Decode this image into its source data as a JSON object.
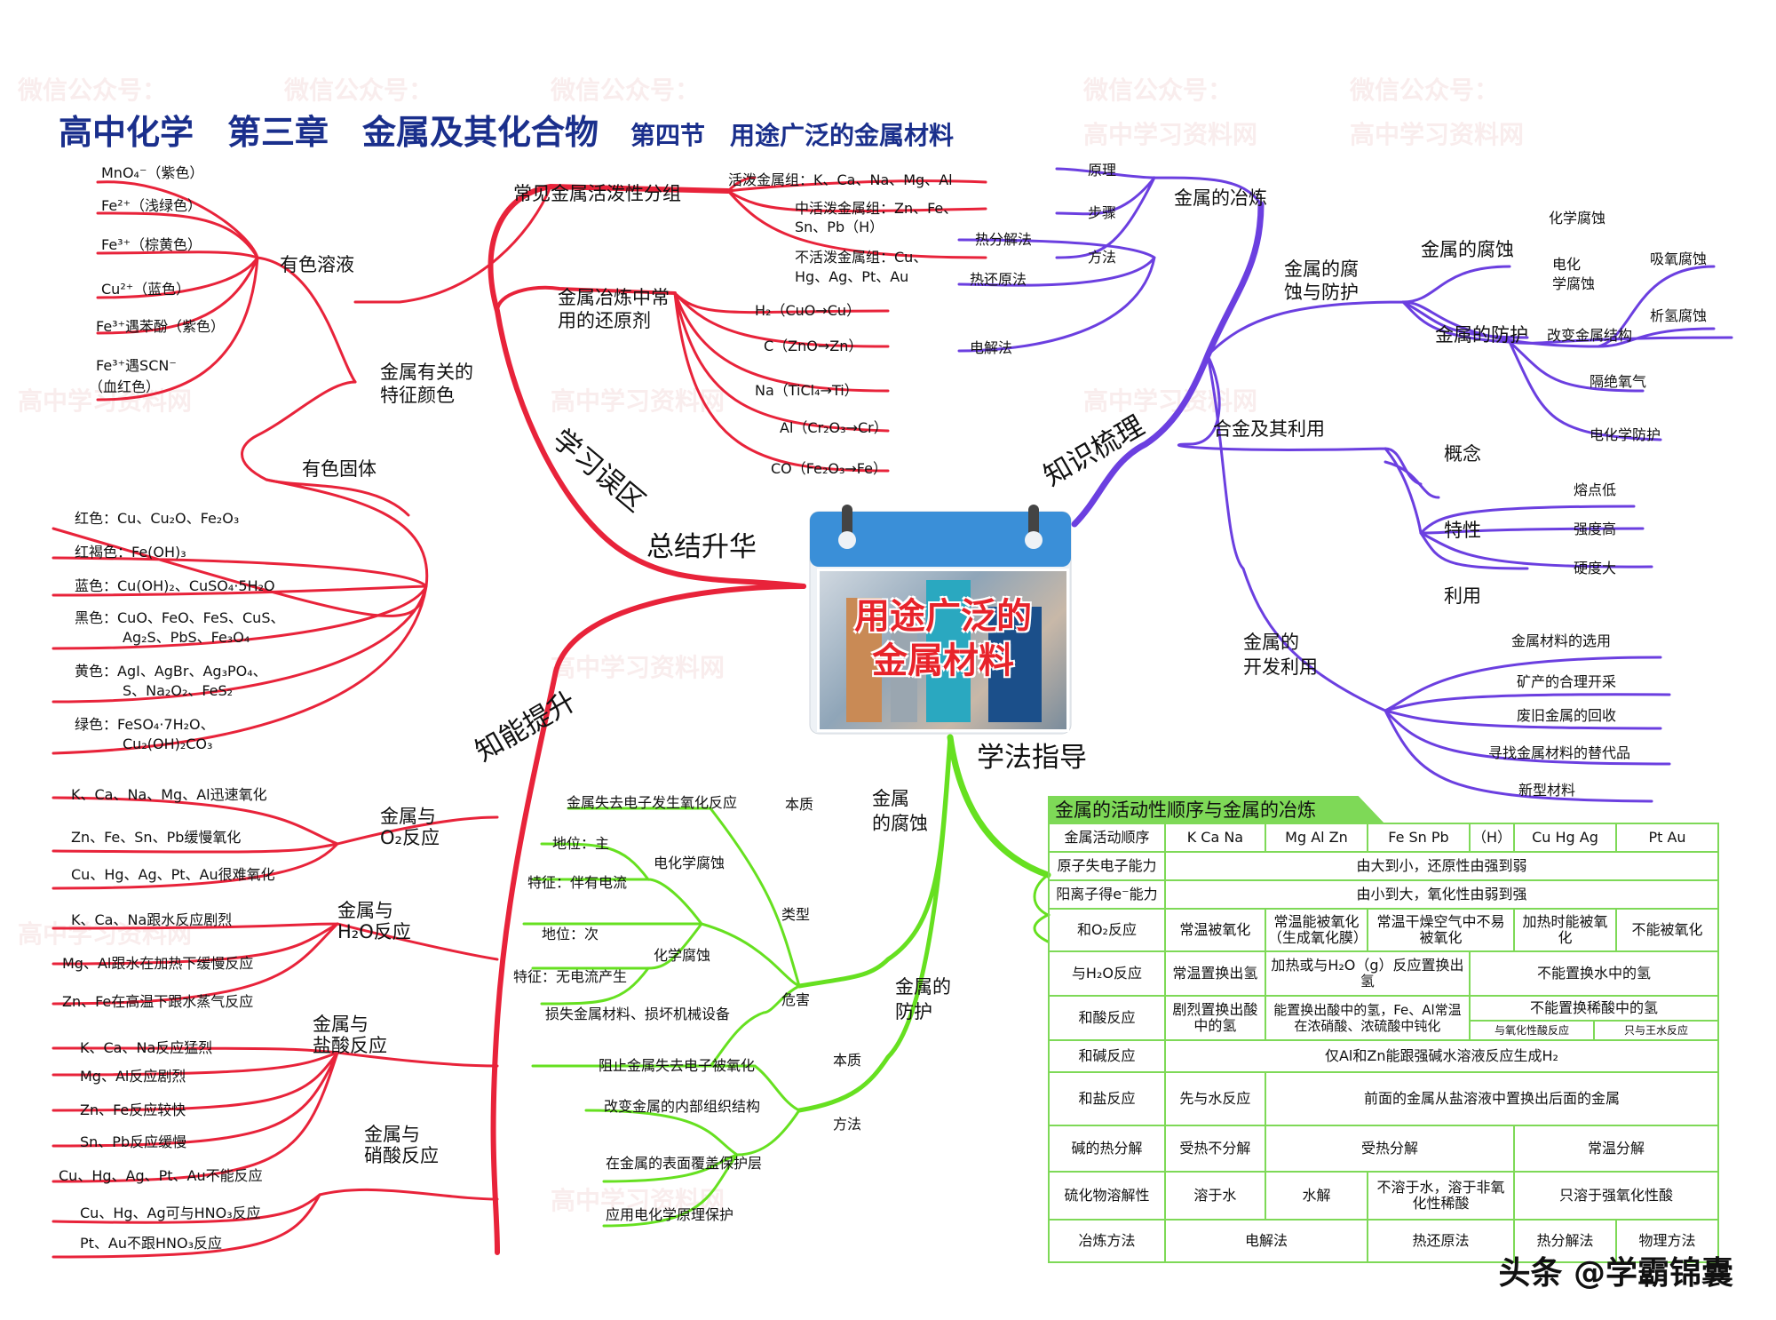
{
  "title": {
    "main": "高中化学　第三章　金属及其化合物",
    "sub": "第四节　用途广泛的金属材料"
  },
  "center": {
    "line1": "用途广泛的",
    "line2": "金属材料"
  },
  "branches": {
    "summary": "总结升华",
    "knowledge": "知识梳理",
    "method": "学法指导",
    "ability": "知能提升",
    "mistakes": "学习误区"
  },
  "summary": {
    "activity_group": "常见金属活泼性分组",
    "active": "活泼金属组：K、Ca、Na、Mg、Al",
    "mid1": "中活泼金属组：Zn、Fe、",
    "mid2": "Sn、Pb（H）",
    "inactive1": "不活泼金属组：Cu、",
    "inactive2": "Hg、Ag、Pt、Au",
    "reducer1": "金属冶炼中常",
    "reducer2": "用的还原剂",
    "r1": "H₂（CuO→Cu）",
    "r2": "C（ZnO→Zn）",
    "r3": "Na（TiCl₄→Ti）",
    "r4": "Al（Cr₂O₃→Cr）",
    "r5": "CO（Fe₂O₃→Fe）",
    "colors1": "金属有关的",
    "colors2": "特征颜色",
    "solution": "有色溶液",
    "solid": "有色固体",
    "s1": "MnO₄⁻（紫色）",
    "s2": "Fe²⁺（浅绿色）",
    "s3": "Fe³⁺（棕黄色）",
    "s4": "Cu²⁺（蓝色）",
    "s5": "Fe³⁺遇苯酚（紫色）",
    "s6a": "Fe³⁺遇SCN⁻",
    "s6b": "（血红色）",
    "c1": "红色：Cu、Cu₂O、Fe₂O₃",
    "c2": "红褐色：Fe(OH)₃",
    "c3": "蓝色：Cu(OH)₂、CuSO₄·5H₂O",
    "c4a": "黑色：CuO、FeO、FeS、CuS、",
    "c4b": "Ag₂S、PbS、Fe₃O₄",
    "c5a": "黄色：AgI、AgBr、Ag₃PO₄、",
    "c5b": "S、Na₂O₂、FeS₂",
    "c6a": "绿色：FeSO₄·7H₂O、",
    "c6b": "Cu₂(OH)₂CO₃"
  },
  "ability": {
    "o2": "金属与\nO₂反应",
    "o2_a": "金属与",
    "o2_b": "O₂反应",
    "o1": "K、Ca、Na、Mg、Al迅速氧化",
    "o2l": "Zn、Fe、Sn、Pb缓慢氧化",
    "o3": "Cu、Hg、Ag、Pt、Au很难氧化",
    "h2o_a": "金属与",
    "h2o_b": "H₂O反应",
    "w1": "K、Ca、Na跟水反应剧烈",
    "w2": "Mg、Al跟水在加热下缓慢反应",
    "w3": "Zn、Fe在高温下跟水蒸气反应",
    "hcl_a": "金属与",
    "hcl_b": "盐酸反应",
    "h1": "K、Ca、Na反应猛烈",
    "h2": "Mg、Al反应剧烈",
    "h3": "Zn、Fe反应较快",
    "h4": "Sn、Pb反应缓慢",
    "h5": "Cu、Hg、Ag、Pt、Au不能反应",
    "hno3_a": "金属与",
    "hno3_b": "硝酸反应",
    "n1": "Cu、Hg、Ag可与HNO₃反应",
    "n2": "Pt、Au不跟HNO₃反应"
  },
  "knowledge": {
    "smelt": "金属的冶炼",
    "principle": "原理",
    "steps": "步骤",
    "methods": "方法",
    "thermal_decomp": "热分解法",
    "thermal_reduce": "热还原法",
    "electrolysis": "电解法",
    "corrosion1": "金属的腐",
    "corrosion2": "蚀与防护",
    "corrosion": "金属的腐蚀",
    "chem_corr": "化学腐蚀",
    "elec_corr1": "电化",
    "elec_corr2": "学腐蚀",
    "o2_corr": "吸氧腐蚀",
    "h2_corr": "析氢腐蚀",
    "protect": "金属的防护",
    "p1": "改变金属结构",
    "p2": "隔绝氧气",
    "p3": "电化学防护",
    "alloy": "合金及其利用",
    "concept": "概念",
    "property": "特性",
    "use": "利用",
    "f1": "熔点低",
    "f2": "强度高",
    "f3": "硬度大",
    "dev1": "金属的",
    "dev2": "开发利用",
    "d1": "金属材料的选用",
    "d2": "矿产的合理开采",
    "d3": "废旧金属的回收",
    "d4": "寻找金属材料的替代品",
    "d5": "新型材料"
  },
  "method": {
    "corr1": "金属",
    "corr2": "的腐蚀",
    "essence": "本质",
    "essence_text": "金属失去电子发生氧化反应",
    "types": "类型",
    "ec": "电化学腐蚀",
    "ec_pos": "地位：主",
    "ec_feat": "特征：伴有电流",
    "cc": "化学腐蚀",
    "cc_pos": "地位：次",
    "cc_feat": "特征：无电流产生",
    "harm": "危害",
    "harm_text": "损失金属材料、损坏机械设备",
    "prot1": "金属的",
    "prot2": "防护",
    "p_essence": "本质",
    "p_essence_text": "阻止金属失去电子被氧化",
    "p_method": "方法",
    "pm1": "改变金属的内部组织结构",
    "pm2": "在金属的表面覆盖保护层",
    "pm3": "应用电化学原理保护"
  },
  "table": {
    "title": "金属的活动性顺序与金属的冶炼",
    "rows": {
      "r0": [
        "金属活动顺序",
        "K Ca Na",
        "Mg  Al Zn",
        "Fe Sn Pb",
        "（H）",
        "Cu Hg Ag",
        "Pt Au"
      ],
      "r1": [
        "原子失电子能力",
        "由大到小，还原性由强到弱"
      ],
      "r2": [
        "阳离子得e⁻能力",
        "由小到大，氧化性由弱到强"
      ],
      "r3": [
        "和O₂反应",
        "常温被氧化",
        "常温能被氧化（生成氧化膜）",
        "常温干燥空气中不易被氧化",
        "加热时能被氧化",
        "不能被氧化"
      ],
      "r4": [
        "与H₂O反应",
        "常温置换出氢",
        "加热或与H₂O（g）反应置换出氢",
        "不能置换水中的氢"
      ],
      "r5": [
        "和酸反应",
        "剧烈置换出酸中的氢",
        "能置换出酸中的氢，Fe、Al常温在浓硝酸、浓硫酸中钝化",
        "不能置换稀酸中的氢",
        "与氧化性酸反应",
        "只与王水反应"
      ],
      "r6": [
        "和碱反应",
        "仅Al和Zn能跟强碱水溶液反应生成H₂"
      ],
      "r7": [
        "和盐反应",
        "先与水反应",
        "前面的金属从盐溶液中置换出后面的金属"
      ],
      "r8": [
        "碱的热分解",
        "受热不分解",
        "受热分解",
        "常温分解"
      ],
      "r9": [
        "硫化物溶解性",
        "溶于水",
        "水解",
        "不溶于水，溶于非氧化性稀酸",
        "只溶于强氧化性酸"
      ],
      "r10": [
        "冶炼方法",
        "电解法",
        "热还原法",
        "热分解法",
        "物理方法"
      ]
    }
  },
  "watermark": {
    "a": "微信公众号：",
    "b": "高中学习资料网"
  },
  "logo": "头条 @学霸锦囊",
  "colors": {
    "red": "#e8233a",
    "purple": "#6b3fe0",
    "green": "#66e020",
    "title": "#1a2f8c",
    "table_border": "#7ed957"
  }
}
